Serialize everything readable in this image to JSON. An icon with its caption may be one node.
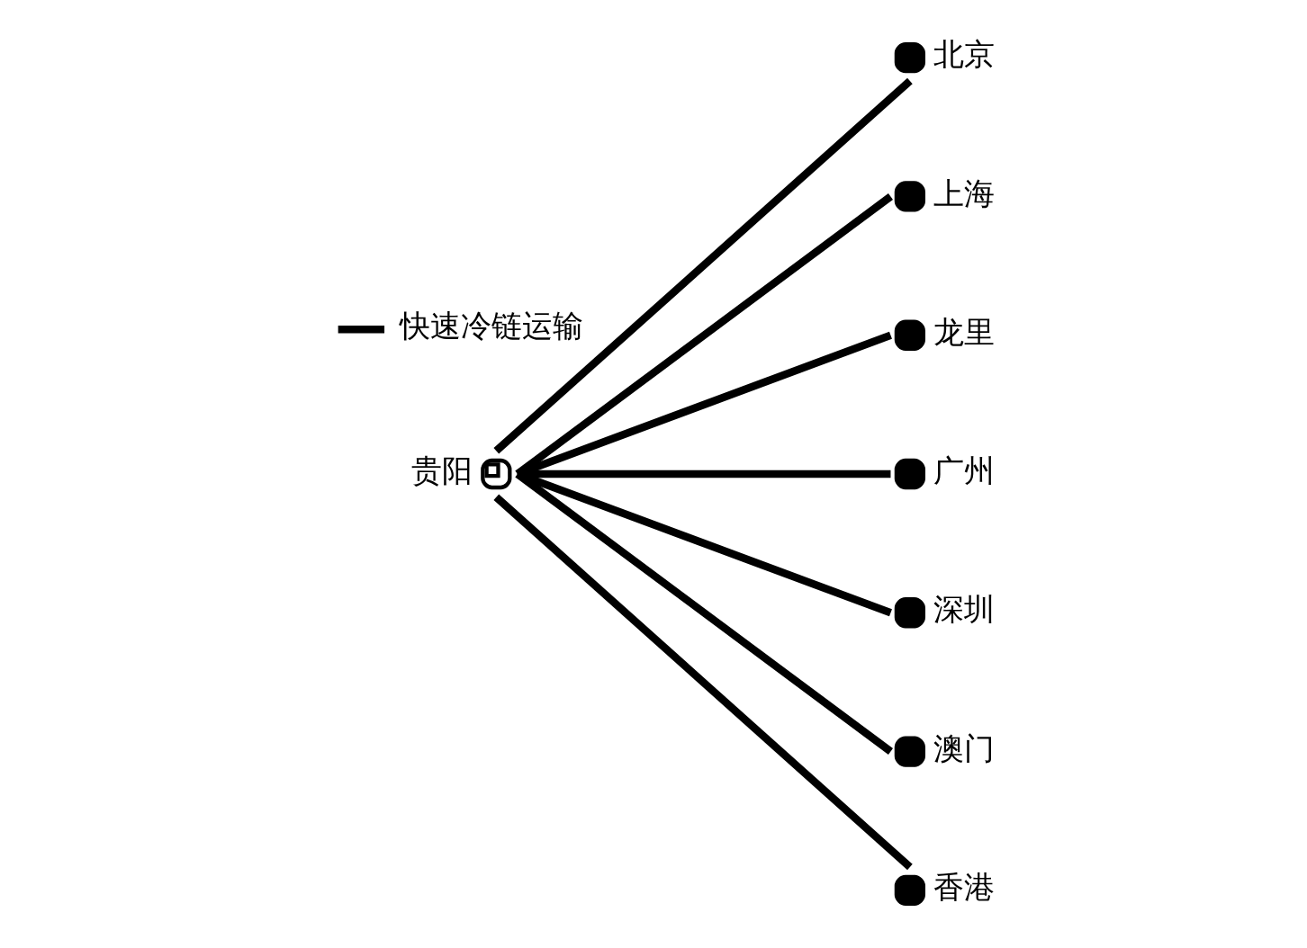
{
  "diagram": {
    "nodes": [
      {
        "text": [
          "北京"
        ]
      },
      {
        "text": [
          "上海"
        ]
      },
      {
        "text": [
          "贵阳"
        ]
      },
      {
        "text": [
          "龙里"
        ]
      },
      {
        "text": [
          "广州"
        ]
      },
      {
        "text": [
          "深圳"
        ]
      },
      {
        "text": [
          "澳门"
        ]
      },
      {
        "text": [
          "香港"
        ]
      }
    ],
    "edges": [
      {
        "from": 2,
        "to": 0,
        "arrow": "none"
      },
      {
        "from": 2,
        "to": 1,
        "arrow": "none"
      },
      {
        "from": 2,
        "to": 3,
        "arrow": "none"
      },
      {
        "from": 2,
        "to": 4,
        "arrow": "none"
      },
      {
        "from": 2,
        "to": 5,
        "arrow": "none"
      },
      {
        "from": 2,
        "to": 6,
        "arrow": "none"
      },
      {
        "from": 2,
        "to": 7,
        "arrow": "none"
      }
    ],
    "legend": [
      {
        "text": "快速冷链运输"
      }
    ]
  }
}
